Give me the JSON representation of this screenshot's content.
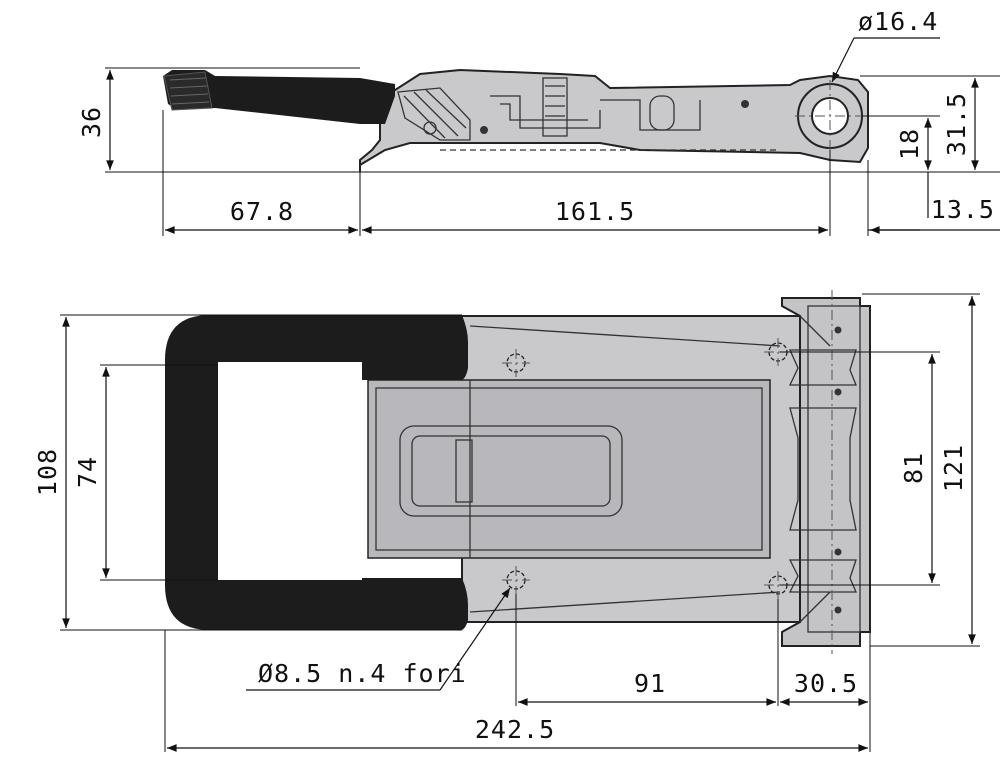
{
  "drawing": {
    "side_view": {
      "dim_height": "36",
      "dim_handle_length": "67.8",
      "dim_base_length": "161.5",
      "dim_hook_offset": "13.5",
      "dim_pin_diameter": "ø16.4",
      "dim_pin_height": "18",
      "dim_total_height": "31.5"
    },
    "top_view": {
      "dim_width": "108",
      "dim_handle_inner": "74",
      "dim_hole_spacing": "81",
      "dim_plate_width": "121",
      "dim_holes_note": "Ø8.5 n.4 fori",
      "dim_hole_distance": "91",
      "dim_end_offset": "30.5",
      "dim_overall_length": "242.5"
    },
    "colors": {
      "handle": "#1c1c1c",
      "body": "#c9c9cc",
      "body_dark": "#a9a9ad",
      "line": "#111111"
    }
  }
}
